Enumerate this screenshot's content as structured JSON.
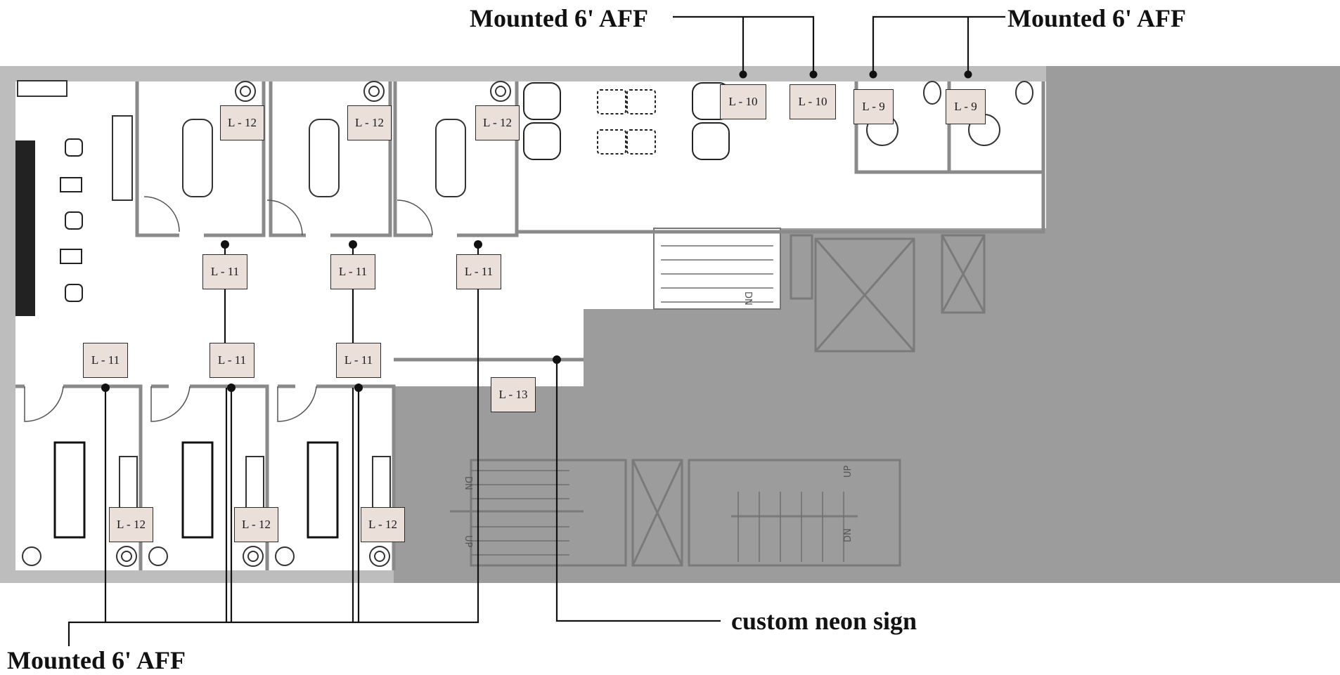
{
  "callouts": {
    "top_left": "Mounted 6' AFF",
    "top_right": "Mounted 6' AFF",
    "bottom_left": "Mounted 6' AFF",
    "sign": "custom neon sign"
  },
  "tags": {
    "l12_a": "L - 12",
    "l12_b": "L - 12",
    "l12_c": "L - 12",
    "l10_a": "L - 10",
    "l10_b": "L - 10",
    "l9_a": "L - 9",
    "l9_b": "L - 9",
    "l11_a": "L - 11",
    "l11_b": "L - 11",
    "l11_c": "L - 11",
    "l11_d": "L - 11",
    "l11_e": "L - 11",
    "l11_f": "L - 11",
    "l13": "L - 13",
    "l12_d": "L - 12",
    "l12_e": "L - 12",
    "l12_f": "L - 12"
  },
  "stair_labels": {
    "dn_1": "DN",
    "dn_2": "DN",
    "up_1": "UP",
    "up_2": "UP",
    "dn_3": "DN"
  },
  "colors": {
    "tag_fill": "#eadfd9",
    "shaded_area": "#9c9c9c",
    "wall": "#bdbdbd",
    "leader": "#111111"
  }
}
